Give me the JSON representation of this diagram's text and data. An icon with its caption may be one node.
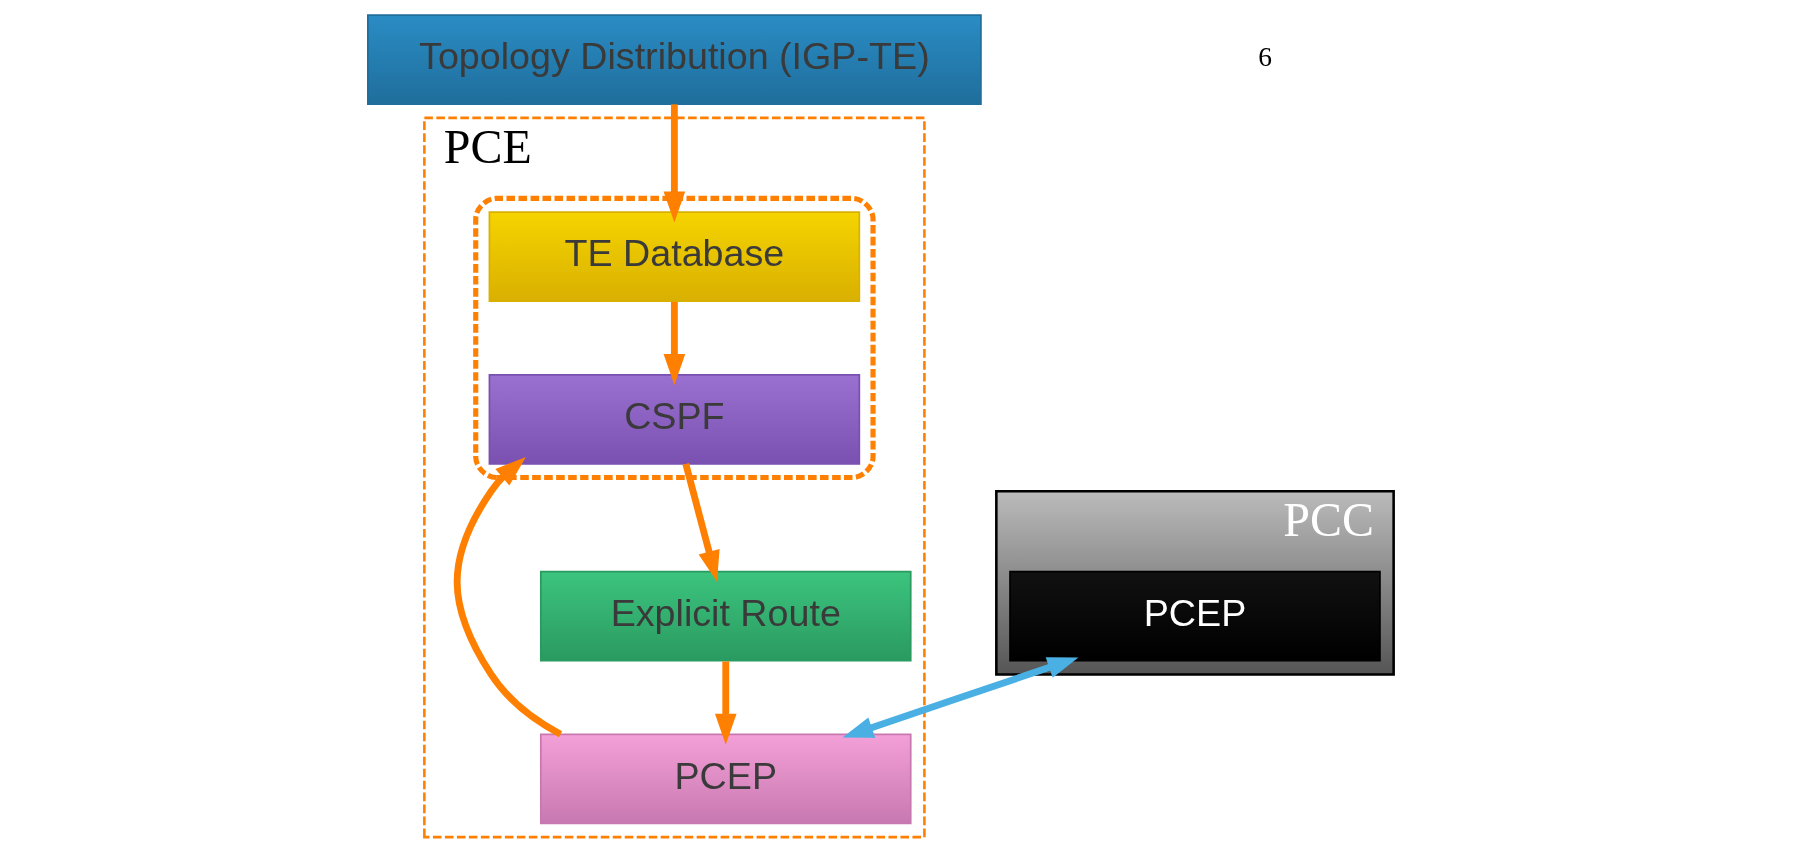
{
  "diagram": {
    "nodes": [
      {
        "text": [
          "Topology Distribution (IGP-TE)"
        ]
      },
      {
        "text": [
          "PCC"
        ]
      },
      {
        "text": [
          "PCEP"
        ],
        "in": 1
      },
      {
        "text": [
          "PCE"
        ]
      },
      {
        "text": [
          "PCEP"
        ],
        "in": 3
      },
      {
        "text": [],
        "shape": "box",
        "in": 3
      },
      {
        "text": [
          "TE Database"
        ],
        "in": 5
      },
      {
        "text": [
          "CSPF"
        ],
        "in": 5
      },
      {
        "text": [
          "Explicit Route"
        ],
        "in": 3
      }
    ],
    "edges": [
      {
        "from": 0,
        "to": 6,
        "arrow": "to"
      },
      {
        "from": 2,
        "to": 4,
        "arrow": "both",
        "color": "#4ab0e4"
      },
      {
        "from": 4,
        "to": 7,
        "arrow": "to"
      },
      {
        "from": 6,
        "to": 7,
        "arrow": "to"
      },
      {
        "from": 7,
        "to": 8,
        "arrow": "to"
      },
      {
        "from": 8,
        "to": 4,
        "arrow": "to"
      }
    ],
    "labels": [
      "6"
    ]
  }
}
